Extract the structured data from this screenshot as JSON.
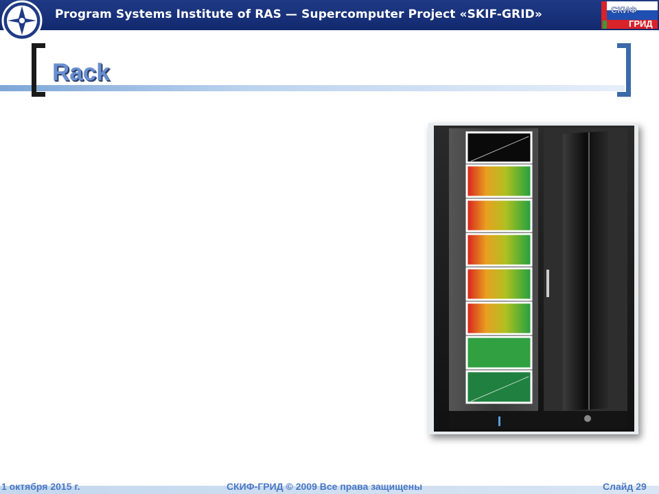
{
  "header": {
    "title": "Program Systems Institute of RAS — Supercomputer Project «SKIF-GRID»",
    "logo_icon": "institute-emblem-icon",
    "project_logo": {
      "top_text": "СКИФ",
      "bottom_text": "ГРИД",
      "colors": {
        "white": "#ffffff",
        "blue": "#1f4fb0",
        "red": "#d8232a",
        "green": "#3a9a3a"
      }
    }
  },
  "slide": {
    "title": "Rack",
    "image": "supercomputer-rack-photo"
  },
  "footer": {
    "date": "1 октября 2015 г.",
    "copyright": "СКИФ-ГРИД © 2009 Все права защищены",
    "slide_number": "Слайд 29"
  },
  "colors": {
    "header_bg": "#1a3279",
    "title_color": "#6a8fd0",
    "footer_text": "#4a78c4",
    "bracket_right": "#3a6aa8"
  }
}
